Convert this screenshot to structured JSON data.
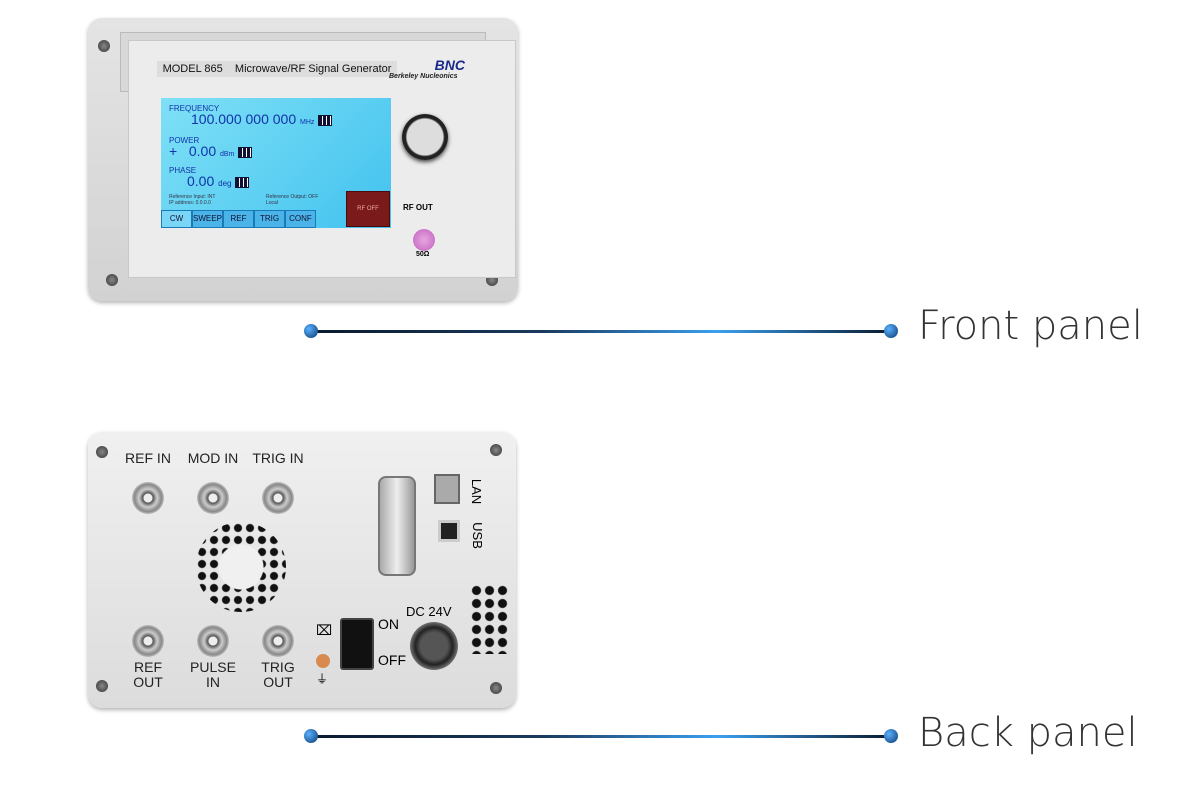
{
  "front": {
    "model_label": "MODEL 865    Microwave/RF Signal Generator",
    "brand": "BNC",
    "brand_sub": "Berkeley Nucleonics",
    "screen": {
      "frequency_label": "FREQUENCY",
      "frequency_value": "100.000 000 000",
      "frequency_unit": "MHz",
      "power_label": "POWER",
      "power_sign": "+",
      "power_value": "0.00",
      "power_unit": "dBm",
      "phase_label": "PHASE",
      "phase_value": "0.00",
      "phase_unit": "deg",
      "ref_input": "Reference Input: INT",
      "ip_address": "IP address: 0.0.0.0",
      "ref_output": "Reference Output: OFF",
      "local": "Local",
      "rf_off": "RF OFF",
      "tabs": [
        "CW",
        "SWEEP",
        "REF",
        "TRIG",
        "CONF"
      ]
    },
    "rf_out_label": "RF OUT",
    "impedance": "50Ω",
    "caption": "Front panel"
  },
  "back": {
    "connectors_top": [
      "REF IN",
      "MOD IN",
      "TRIG IN"
    ],
    "connectors_bottom": [
      "REF OUT",
      "PULSE IN",
      "TRIG OUT"
    ],
    "lan": "LAN",
    "usb": "USB",
    "on": "ON",
    "off": "OFF",
    "dc": "DC 24V",
    "caption": "Back panel"
  },
  "colors": {
    "accent": "#2a8fe0",
    "screen": "#5ccdf2",
    "rf_off": "#7a1a1a"
  }
}
